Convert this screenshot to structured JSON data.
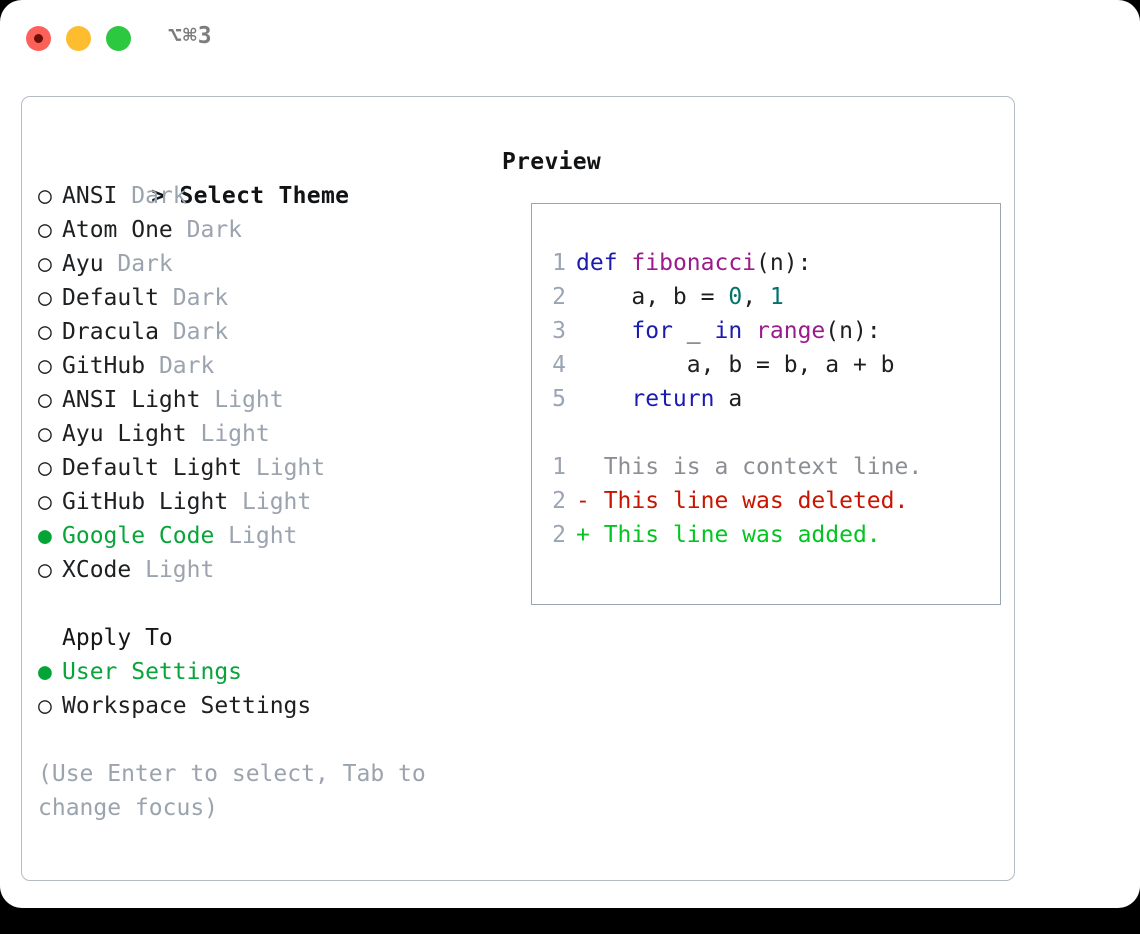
{
  "titlebar": {
    "shortcut": "⌥⌘3",
    "dots": [
      {
        "name": "close-dot",
        "color": "#fc6058"
      },
      {
        "name": "minimize-dot",
        "color": "#fdbd2e"
      },
      {
        "name": "maximize-dot",
        "color": "#2cc840"
      }
    ]
  },
  "theme_picker": {
    "heading_marker": "> ",
    "heading": "Select Theme",
    "unselected_bullet": "○ ",
    "selected_bullet": "● ",
    "items": [
      {
        "name": "ANSI",
        "variant": "Dark",
        "selected": false
      },
      {
        "name": "Atom One",
        "variant": "Dark",
        "selected": false
      },
      {
        "name": "Ayu",
        "variant": "Dark",
        "selected": false
      },
      {
        "name": "Default",
        "variant": "Dark",
        "selected": false
      },
      {
        "name": "Dracula",
        "variant": "Dark",
        "selected": false
      },
      {
        "name": "GitHub",
        "variant": "Dark",
        "selected": false
      },
      {
        "name": "ANSI Light",
        "variant": "Light",
        "selected": false
      },
      {
        "name": "Ayu Light",
        "variant": "Light",
        "selected": false
      },
      {
        "name": "Default Light",
        "variant": "Light",
        "selected": false
      },
      {
        "name": "GitHub Light",
        "variant": "Light",
        "selected": false
      },
      {
        "name": "Google Code",
        "variant": "Light",
        "selected": true
      },
      {
        "name": "XCode",
        "variant": "Light",
        "selected": false
      }
    ]
  },
  "apply_to": {
    "label": "Apply To",
    "options": [
      {
        "name": "User Settings",
        "selected": true
      },
      {
        "name": "Workspace Settings",
        "selected": false
      }
    ]
  },
  "hint": {
    "line1": "(Use Enter to select, Tab to",
    "line2": "change focus)"
  },
  "preview": {
    "title": "Preview",
    "code_lines": [
      {
        "num": "1",
        "tokens": [
          {
            "t": "def",
            "c": "kw"
          },
          {
            "t": " ",
            "c": "pl"
          },
          {
            "t": "fibonacci",
            "c": "fn"
          },
          {
            "t": "(n):",
            "c": "pl"
          }
        ]
      },
      {
        "num": "2",
        "tokens": [
          {
            "t": "    a, b = ",
            "c": "pl"
          },
          {
            "t": "0",
            "c": "num"
          },
          {
            "t": ", ",
            "c": "pl"
          },
          {
            "t": "1",
            "c": "num"
          }
        ]
      },
      {
        "num": "3",
        "tokens": [
          {
            "t": "    ",
            "c": "pl"
          },
          {
            "t": "for",
            "c": "kw"
          },
          {
            "t": " _ ",
            "c": "pl"
          },
          {
            "t": "in",
            "c": "kw"
          },
          {
            "t": " ",
            "c": "pl"
          },
          {
            "t": "range",
            "c": "fn"
          },
          {
            "t": "(n):",
            "c": "pl"
          }
        ]
      },
      {
        "num": "4",
        "tokens": [
          {
            "t": "        a, b = b, a + b",
            "c": "pl"
          }
        ]
      },
      {
        "num": "5",
        "tokens": [
          {
            "t": "    ",
            "c": "pl"
          },
          {
            "t": "return",
            "c": "kw"
          },
          {
            "t": " a",
            "c": "pl"
          }
        ]
      }
    ],
    "diff_lines": [
      {
        "num": "1",
        "marker": "  ",
        "text": "This is a context line.",
        "kind": "diff-ctx"
      },
      {
        "num": "2",
        "marker": "- ",
        "text": "This line was deleted.",
        "kind": "diff-del"
      },
      {
        "num": "2",
        "marker": "+ ",
        "text": "This line was added.",
        "kind": "diff-add"
      }
    ]
  }
}
